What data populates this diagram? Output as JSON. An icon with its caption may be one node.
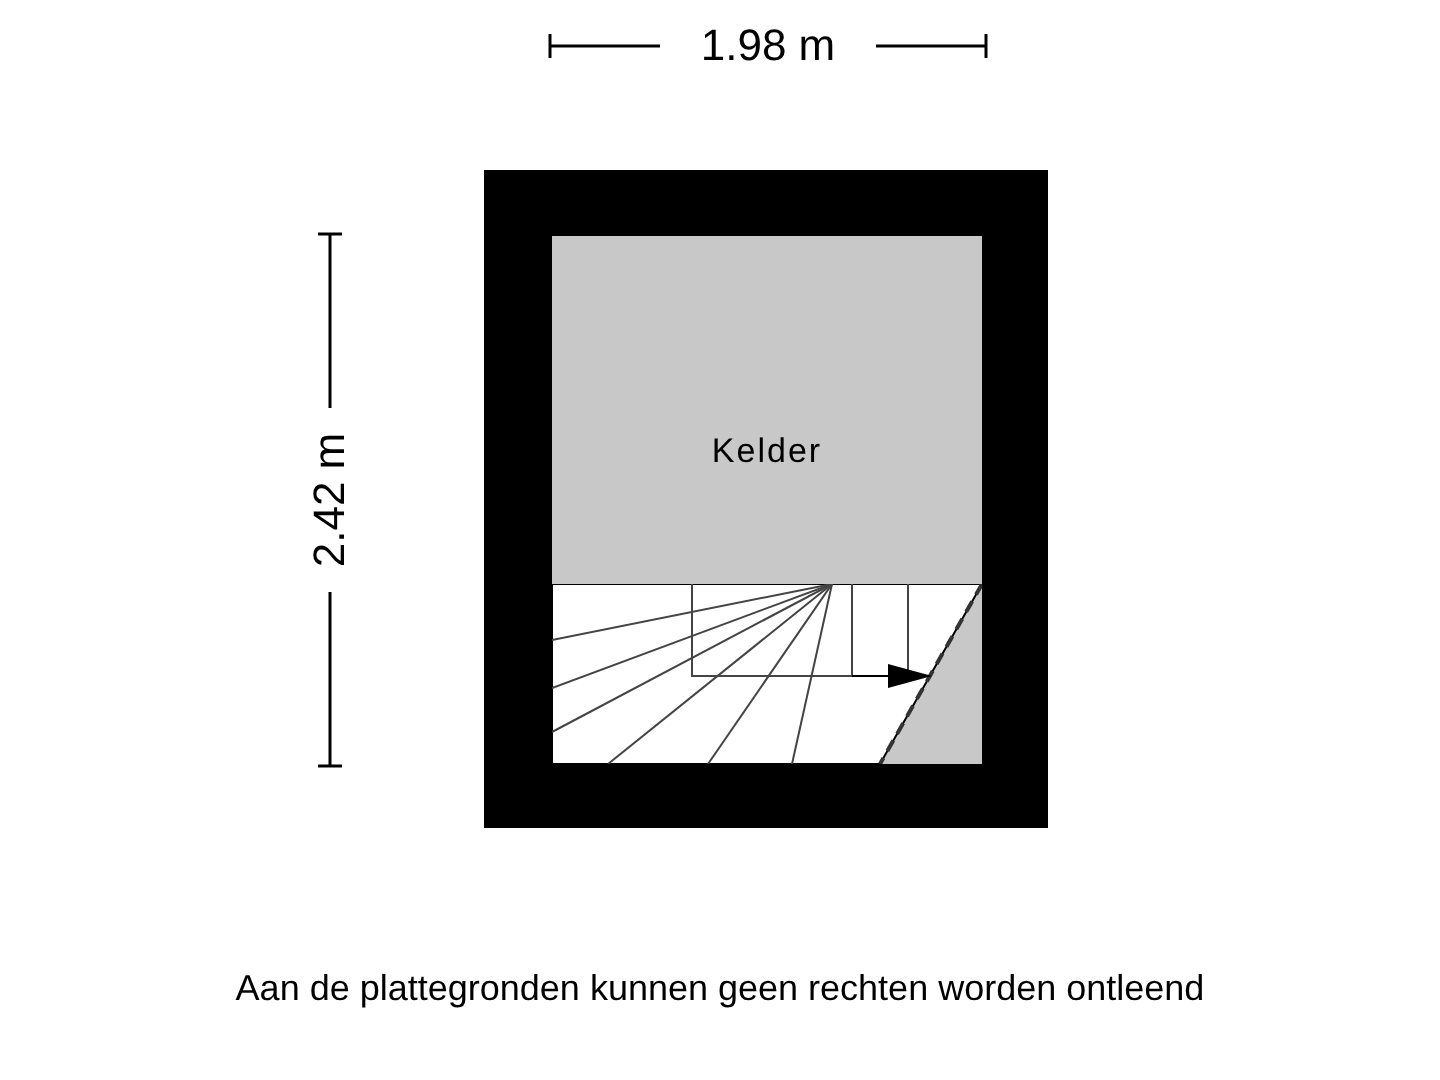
{
  "diagram": {
    "caption": "Aan de plattegronden kunnen geen rechten worden ontleend",
    "nodes": [
      {
        "text": [
          "Kelder"
        ]
      }
    ],
    "labels": [
      "1.98 m",
      "2.42 m"
    ]
  }
}
